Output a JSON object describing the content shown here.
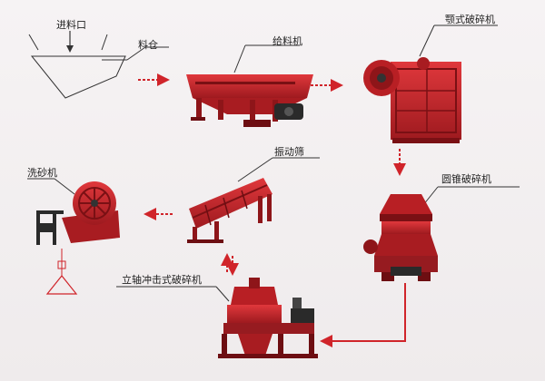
{
  "labels": {
    "inlet": "进料口",
    "hopper": "料仓",
    "feeder": "给料机",
    "jaw_crusher": "颚式破碎机",
    "cone_crusher": "圆锥破碎机",
    "vibrating_screen": "振动筛",
    "sand_washer": "洗砂机",
    "vsi_crusher": "立轴冲击式破碎机"
  },
  "colors": {
    "machine_red": "#c8262b",
    "arrow_red": "#d0242a",
    "line": "#333333"
  },
  "icons": {
    "inlet": "down-arrow-icon",
    "stockpile": "stockpile-triangle-icon"
  }
}
